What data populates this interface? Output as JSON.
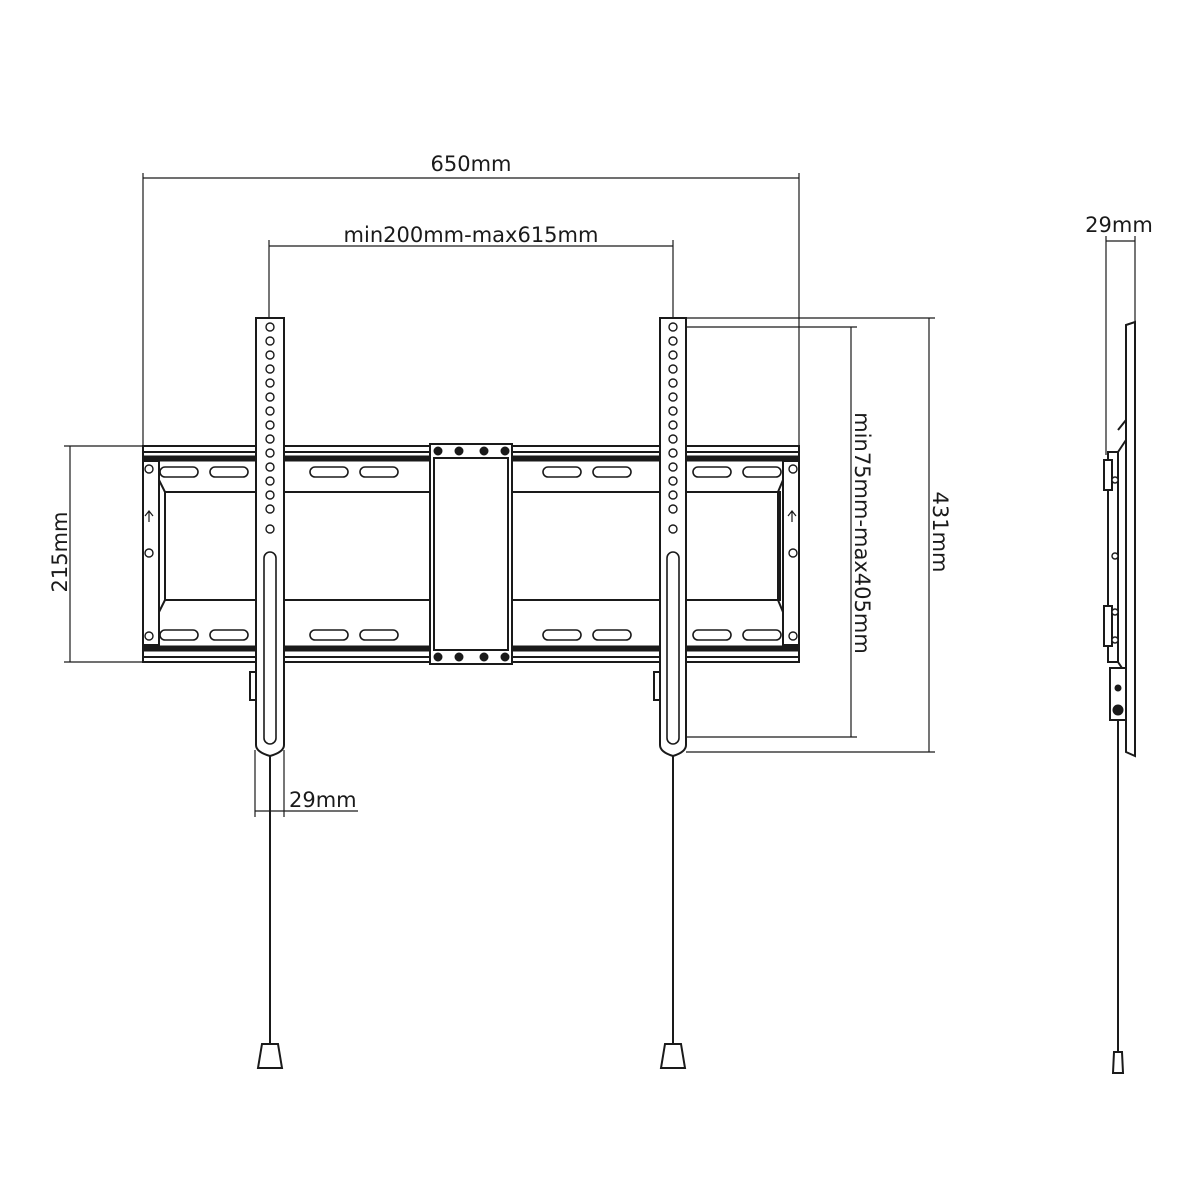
{
  "dimensions": {
    "overall_width": "650mm",
    "hole_spacing_horizontal": "min200mm-max615mm",
    "frame_height": "215mm",
    "arm_height": "431mm",
    "hole_spacing_vertical": "min75mm-max405mm",
    "arm_width": "29mm",
    "profile_depth": "29mm"
  }
}
